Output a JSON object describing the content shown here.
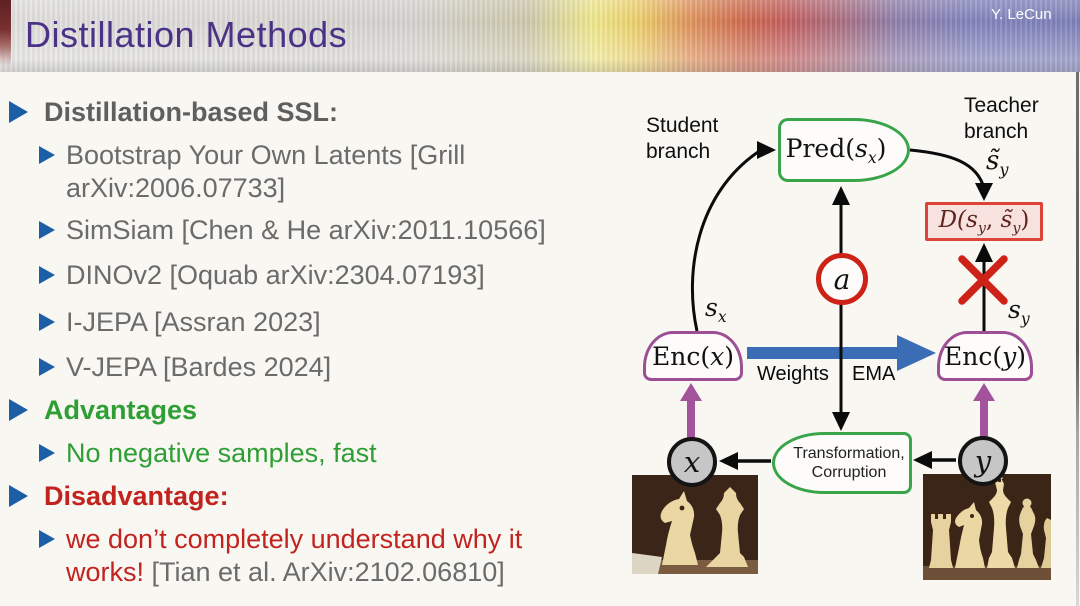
{
  "header": {
    "title": "Distillation Methods",
    "author": "Y. LeCun"
  },
  "list": {
    "items": [
      {
        "level": 1,
        "text": "Distillation-based SSL:",
        "color": "gray"
      },
      {
        "level": 2,
        "text": "Bootstrap Your Own Latents [Grill arXiv:2006.07733]",
        "color": "gray"
      },
      {
        "level": 2,
        "text": "SimSiam [Chen & He arXiv:2011.10566]",
        "color": "gray"
      },
      {
        "level": 2,
        "text": "DINOv2 [Oquab arXiv:2304.07193]",
        "color": "gray"
      },
      {
        "level": 2,
        "text": "I-JEPA [Assran 2023]",
        "color": "gray"
      },
      {
        "level": 2,
        "text": "V-JEPA [Bardes 2024]",
        "color": "gray"
      },
      {
        "level": 1,
        "text": "Advantages",
        "color": "green"
      },
      {
        "level": 2,
        "text": "No negative samples, fast",
        "color": "green"
      },
      {
        "level": 1,
        "text": "Disadvantage:",
        "color": "red"
      },
      {
        "level": 2,
        "text": "we don’t completely understand why it works!",
        "citation": " [Tian et al. ArXiv:2102.06810]",
        "color": "red"
      }
    ]
  },
  "diagram": {
    "student_branch": "Student branch",
    "teacher_branch": "Teacher branch",
    "pred": {
      "fn": "Pred(",
      "v": "s",
      "sub": "x",
      "close": ")"
    },
    "dfunc": {
      "fn": "D(",
      "v1": "s",
      "sub1": "y",
      "comma": ", ",
      "v2": "s̃",
      "sub2": "y",
      "close": ")"
    },
    "enc_x": {
      "fn": "Enc(",
      "v": "x",
      "close": ")"
    },
    "enc_y": {
      "fn": "Enc(",
      "v": "y",
      "close": ")"
    },
    "s_x": {
      "v": "s",
      "sub": "x"
    },
    "s_y": {
      "v": "s",
      "sub": "y"
    },
    "s_tilde_y": {
      "v": "s̃",
      "sub": "y"
    },
    "a": "a",
    "x": "x",
    "y": "y",
    "weights": "Weights",
    "ema": "EMA",
    "transformation_line1": "Transformation,",
    "transformation_line2": "Corruption"
  },
  "colors": {
    "title_purple": "#4b3286",
    "bullet_blue": "#1d5fa7",
    "text_gray": "#6b6b6b",
    "green": "#2f9e35",
    "red": "#c2231f",
    "diagram_green": "#3aa44b",
    "diagram_purple": "#9c4f94",
    "diagram_red": "#cc2218",
    "dbox_border": "#dd4437",
    "dbox_fill": "#f7e2df",
    "blue_arrow": "#3a6db5",
    "magenta_arrow": "#a3539b",
    "circle_gray": "#c6c6c6"
  }
}
